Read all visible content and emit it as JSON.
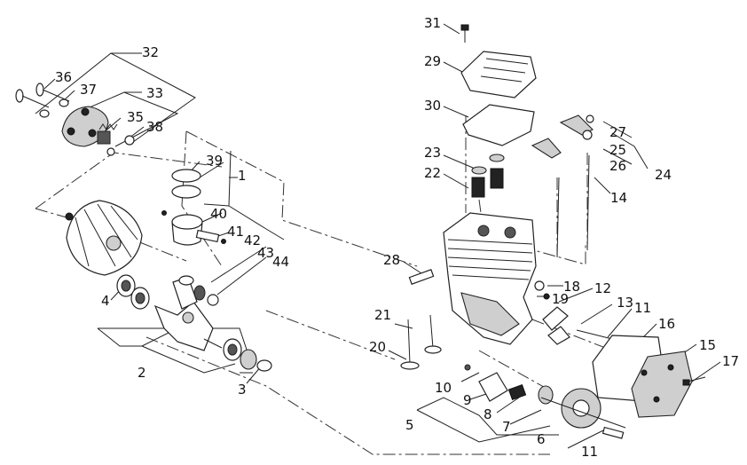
{
  "labels": {
    "l1": "1",
    "l2": "2",
    "l3": "3",
    "l4": "4",
    "l5": "5",
    "l6": "6",
    "l7": "7",
    "l8": "8",
    "l9": "9",
    "l10": "10",
    "l11a": "11",
    "l11b": "11",
    "l12": "12",
    "l13": "13",
    "l14": "14",
    "l15": "15",
    "l16": "16",
    "l17": "17",
    "l18": "18",
    "l19": "19",
    "l20": "20",
    "l21": "21",
    "l22": "22",
    "l23": "23",
    "l24": "24",
    "l25": "25",
    "l26": "26",
    "l27": "27",
    "l28": "28",
    "l29": "29",
    "l30": "30",
    "l31": "31",
    "l32": "32",
    "l33": "33",
    "l35": "35",
    "l36": "36",
    "l37": "37",
    "l38": "38",
    "l39": "39",
    "l40": "40",
    "l41": "41",
    "l42": "42",
    "l43": "43",
    "l44": "44"
  }
}
